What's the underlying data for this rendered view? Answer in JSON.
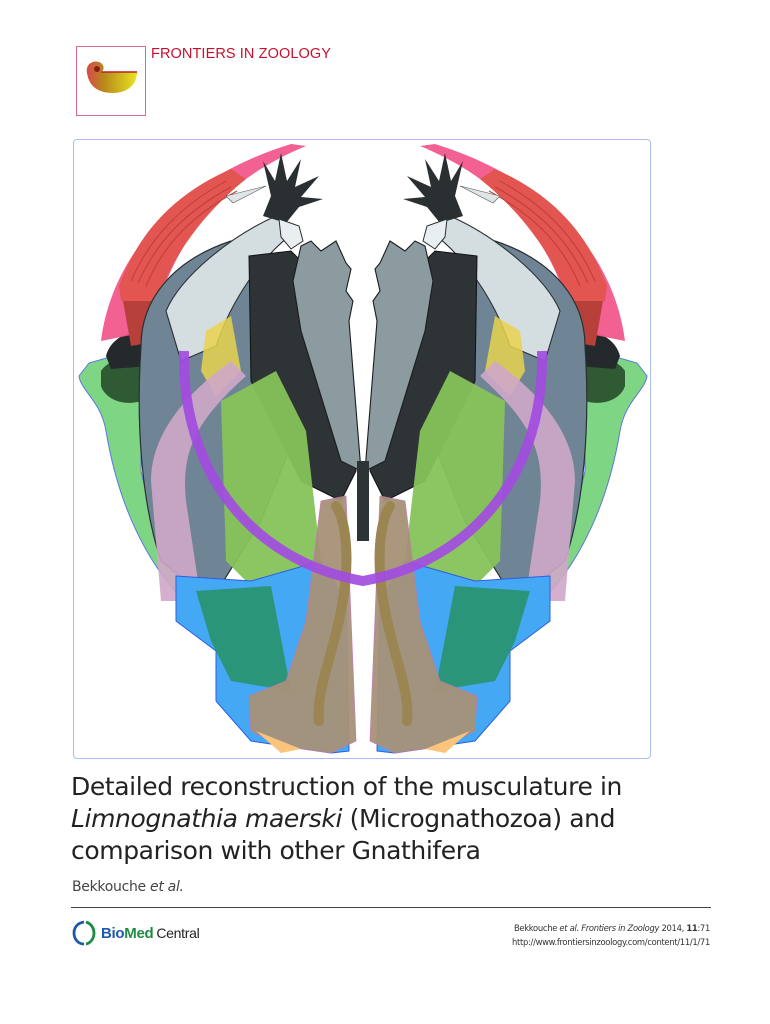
{
  "header": {
    "journal_name": "FRONTIERS IN ZOOLOGY",
    "journal_logo": "nautilus-shell-logo",
    "accent_color": "#c8102e"
  },
  "figure": {
    "description": "Colored schematic reconstruction of Limnognathia maerski jaw musculature (bilaterally symmetric)",
    "frame_color": "#a9bdf2",
    "palette": {
      "pink_muscle": "#f2588c",
      "red_muscle": "#e25550",
      "dark_red": "#b8403a",
      "jaw_dark": "#2e3336",
      "jaw_grey": "#8b9ba0",
      "light_grey": "#d4dde0",
      "slate": "#6f8595",
      "yellow": "#e9d24f",
      "lilac": "#cfa7c9",
      "green_light": "#7ed685",
      "green_lime": "#86c35a",
      "dark_green": "#2f5a33",
      "teal": "#2a9473",
      "blue": "#44a8f5",
      "purple_arc": "#a24ce0",
      "tan": "#a69278",
      "olive": "#9a8553",
      "peach": "#fbc47c"
    }
  },
  "article": {
    "title_line1": "Detailed reconstruction of the musculature in",
    "title_italic": "Limnognathia maerski",
    "title_line2_rest": " (Micrognathozoa) and",
    "title_line3": "comparison with other Gnathifera",
    "authors": "Bekkouche",
    "authors_suffix": " et al."
  },
  "footer": {
    "publisher_bio": "Bio",
    "publisher_med": "Med",
    "publisher_central": "Central",
    "citation_author": "Bekkouche",
    "citation_etal": " et al. Frontiers in Zoology",
    "citation_year": " 2014, ",
    "citation_volume": "11",
    "citation_article": ":71",
    "citation_url": "http://www.frontiersinzoology.com/content/11/1/71"
  }
}
